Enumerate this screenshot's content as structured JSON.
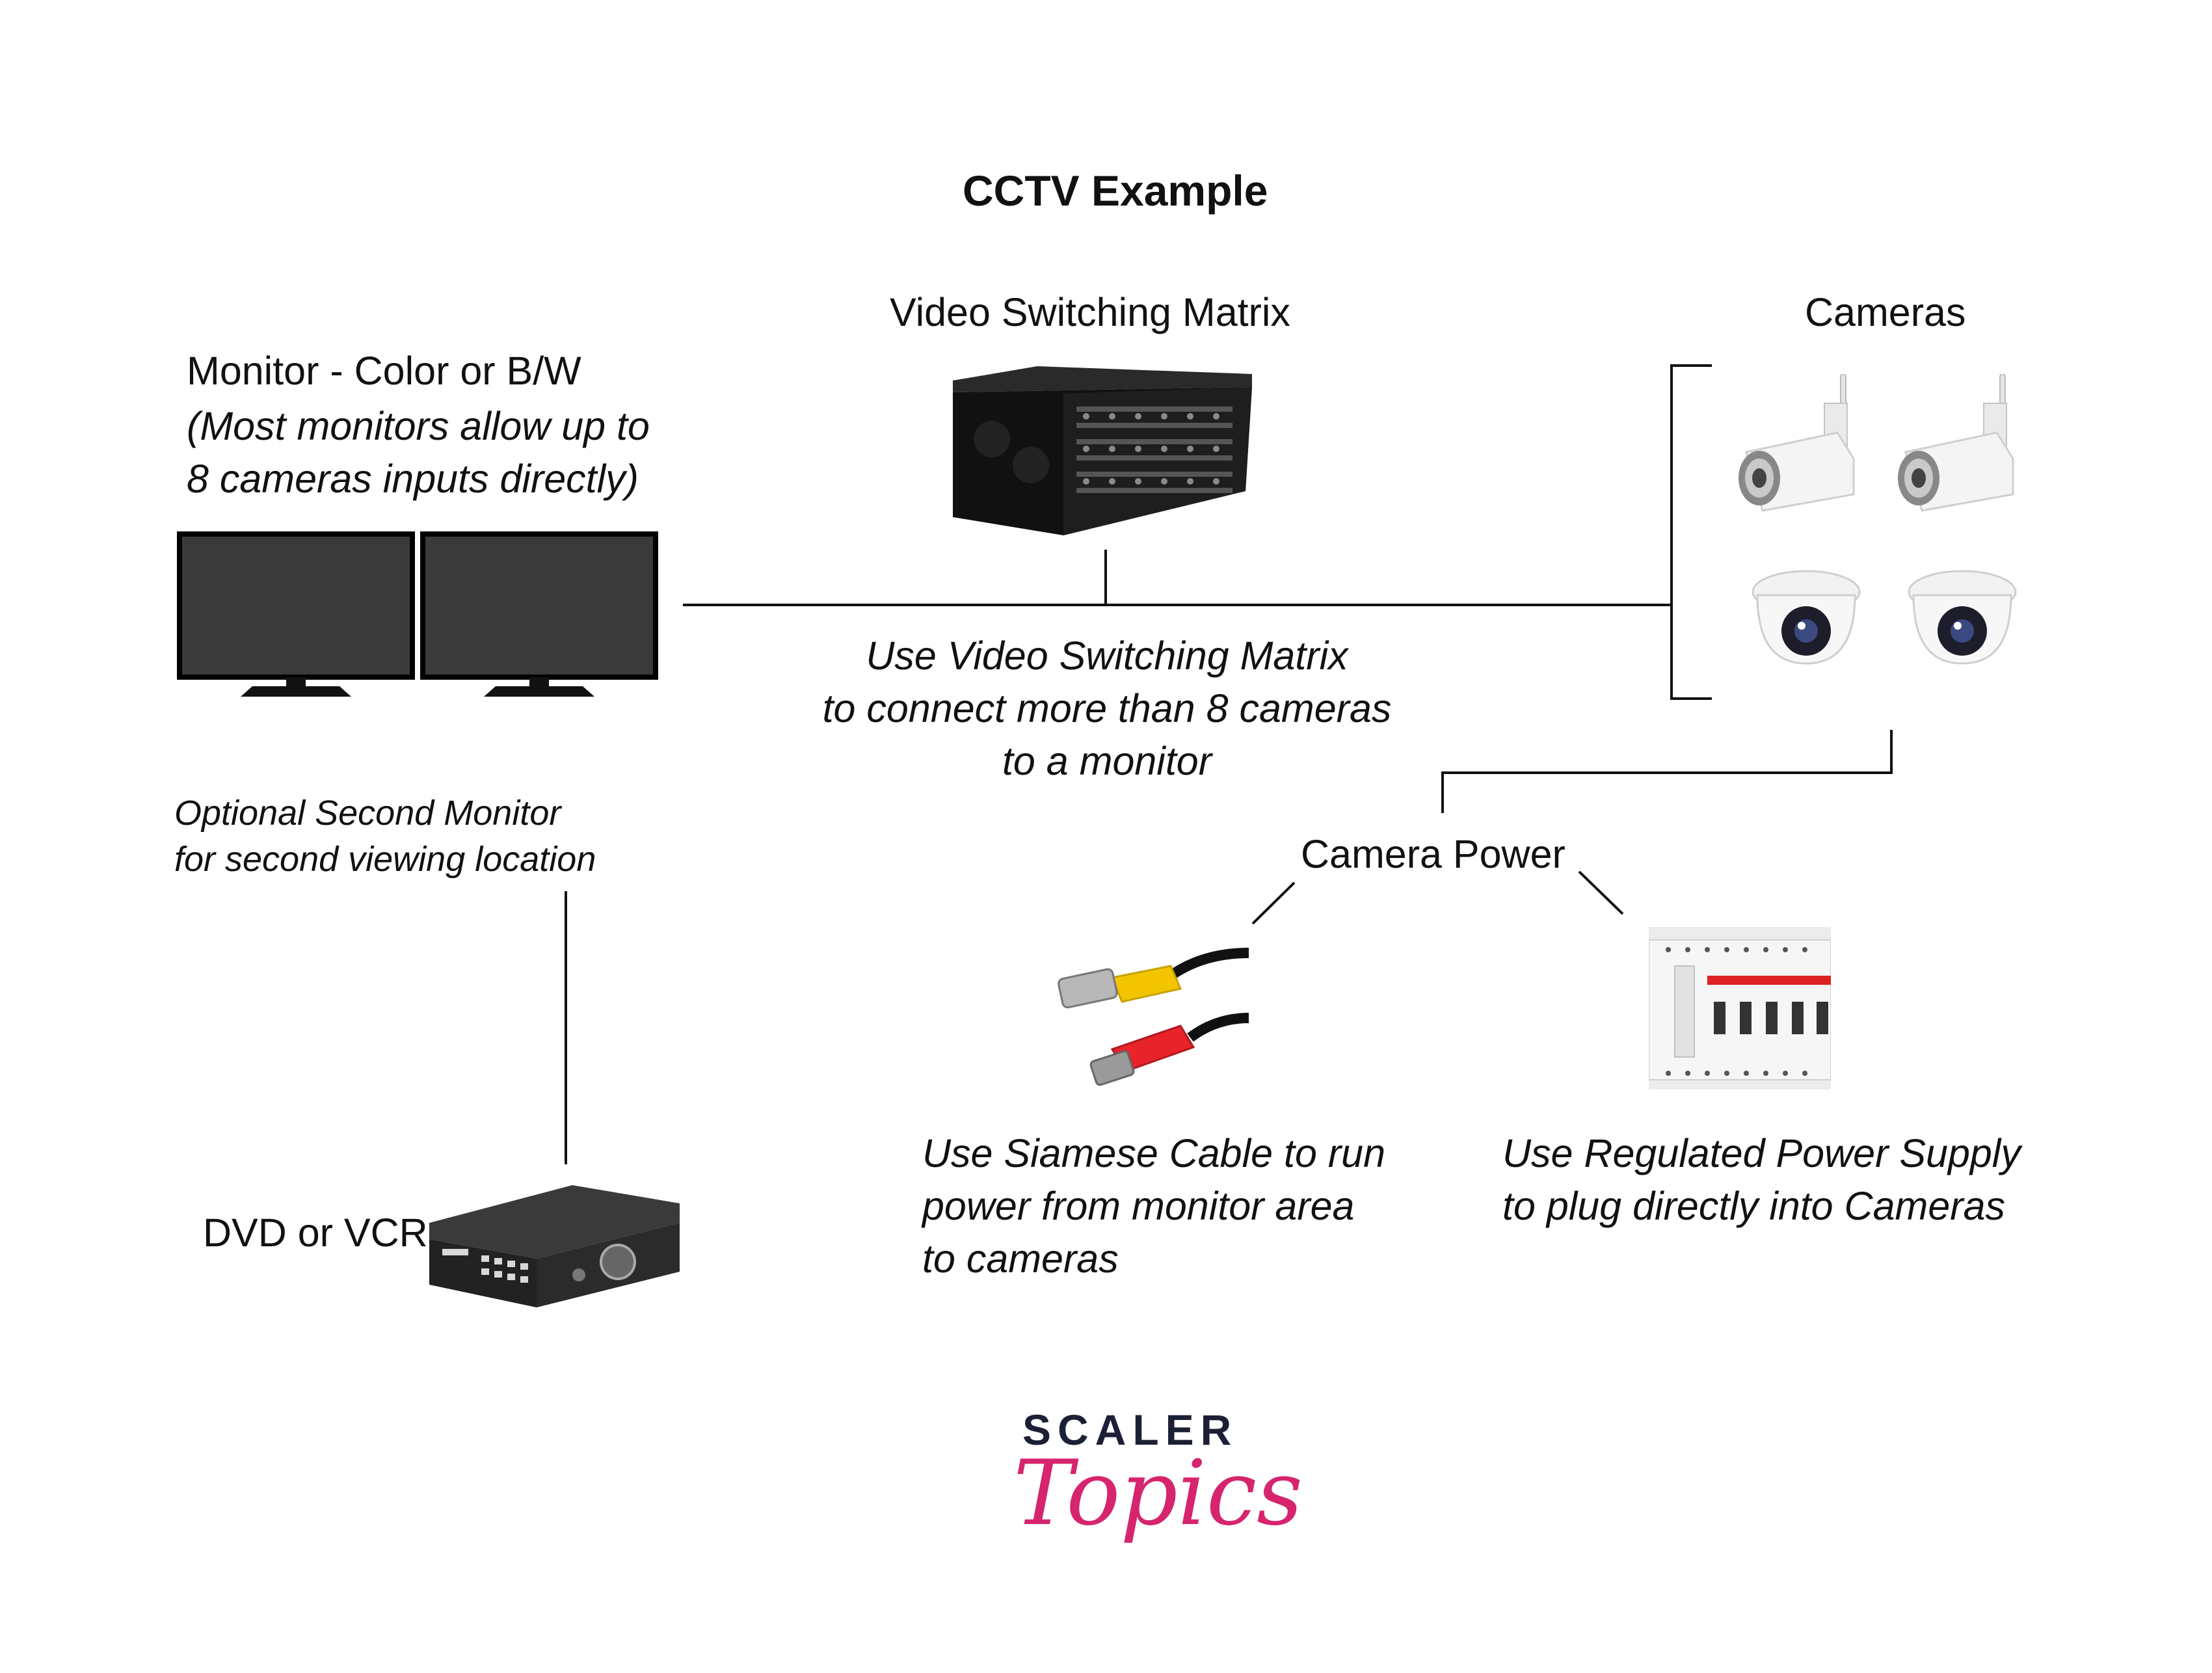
{
  "title": "CCTV Example",
  "monitor": {
    "label": "Monitor - Color or B/W",
    "note_lines": [
      "(Most monitors allow up to",
      "8 cameras inputs directly)"
    ],
    "icon": "dual-monitor-icon"
  },
  "matrix": {
    "label": "Video Switching Matrix",
    "icon": "video-switching-matrix-icon",
    "note_lines": [
      "Use Video Switching Matrix",
      "to connect more than 8 cameras",
      "to a monitor"
    ]
  },
  "cameras": {
    "label": "Cameras",
    "icons": [
      "bullet-camera-icon",
      "bullet-camera-icon",
      "dome-camera-icon",
      "dome-camera-icon"
    ]
  },
  "second_monitor": {
    "note_lines": [
      "Optional Second Monitor",
      "for second viewing location"
    ]
  },
  "dvd": {
    "label": "DVD or VCR",
    "icon": "dvr-recorder-icon"
  },
  "camera_power": {
    "label": "Camera Power"
  },
  "siamese": {
    "icon": "siamese-cable-icon",
    "note_lines": [
      "Use Siamese Cable to run",
      "power from monitor area",
      "to cameras"
    ]
  },
  "power_supply": {
    "icon": "power-supply-icon",
    "note_lines": [
      "Use Regulated Power Supply",
      "to plug directly into Cameras"
    ]
  },
  "brand": {
    "line1": "SCALER",
    "line2": "Topics",
    "colors": {
      "dark": "#1b2036",
      "accent": "#d6246e"
    }
  }
}
